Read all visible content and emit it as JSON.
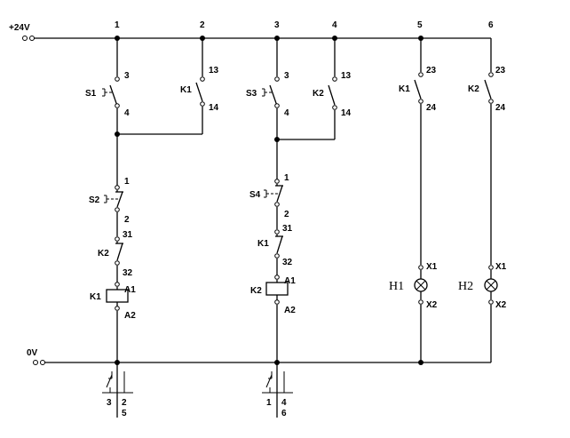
{
  "rails": {
    "positive": "+24V",
    "negative": "0V"
  },
  "columns": [
    "1",
    "2",
    "3",
    "4",
    "5",
    "6"
  ],
  "contacts": [
    {
      "name": "S1",
      "top": "3",
      "bottom": "4"
    },
    {
      "name": "K1",
      "top": "13",
      "bottom": "14"
    },
    {
      "name": "S3",
      "top": "3",
      "bottom": "4"
    },
    {
      "name": "K2",
      "top": "13",
      "bottom": "14"
    },
    {
      "name": "K1",
      "top": "23",
      "bottom": "24"
    },
    {
      "name": "K2",
      "top": "23",
      "bottom": "24"
    },
    {
      "name": "S2",
      "top": "1",
      "bottom": "2"
    },
    {
      "name": "K2",
      "top": "31",
      "bottom": "32"
    },
    {
      "name": "S4",
      "top": "1",
      "bottom": "2"
    },
    {
      "name": "K1",
      "top": "31",
      "bottom": "32"
    }
  ],
  "coils": [
    {
      "name": "K1",
      "top": "A1",
      "bottom": "A2"
    },
    {
      "name": "K2",
      "top": "A1",
      "bottom": "A2"
    }
  ],
  "lamps": [
    {
      "name": "H1",
      "top": "X1",
      "bottom": "X2"
    },
    {
      "name": "H2",
      "top": "X1",
      "bottom": "X2"
    }
  ],
  "cross_refs": [
    {
      "left": "3",
      "right_top": "2",
      "right_bottom": "5"
    },
    {
      "left": "1",
      "right_top": "4",
      "right_bottom": "6"
    }
  ]
}
